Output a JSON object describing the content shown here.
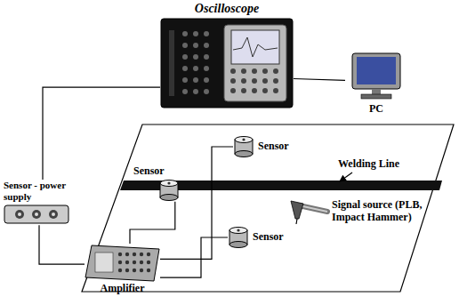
{
  "diagram": {
    "nodes": [
      {
        "text": [
          "Oscilloscope"
        ]
      },
      {
        "text": [
          "PC"
        ]
      },
      {
        "text": [
          "Sensor - power supply"
        ]
      },
      {
        "text": [
          "Amplifier"
        ]
      },
      {
        "text": [
          "Sensor"
        ]
      },
      {
        "text": [
          "Sensor"
        ]
      },
      {
        "text": [
          "Sensor"
        ]
      }
    ],
    "edges": [
      {
        "from": 0,
        "to": 1,
        "arrow": "none"
      },
      {
        "from": 0,
        "to": 2,
        "arrow": "none"
      },
      {
        "from": 2,
        "to": 3,
        "arrow": "none"
      },
      {
        "from": 3,
        "to": 4,
        "arrow": "none"
      },
      {
        "from": 3,
        "to": 5,
        "arrow": "none"
      },
      {
        "from": 3,
        "to": 6,
        "arrow": "none"
      }
    ],
    "labels": [
      "Welding Line",
      "Signal source (PLB, Impact Hammer)"
    ]
  }
}
